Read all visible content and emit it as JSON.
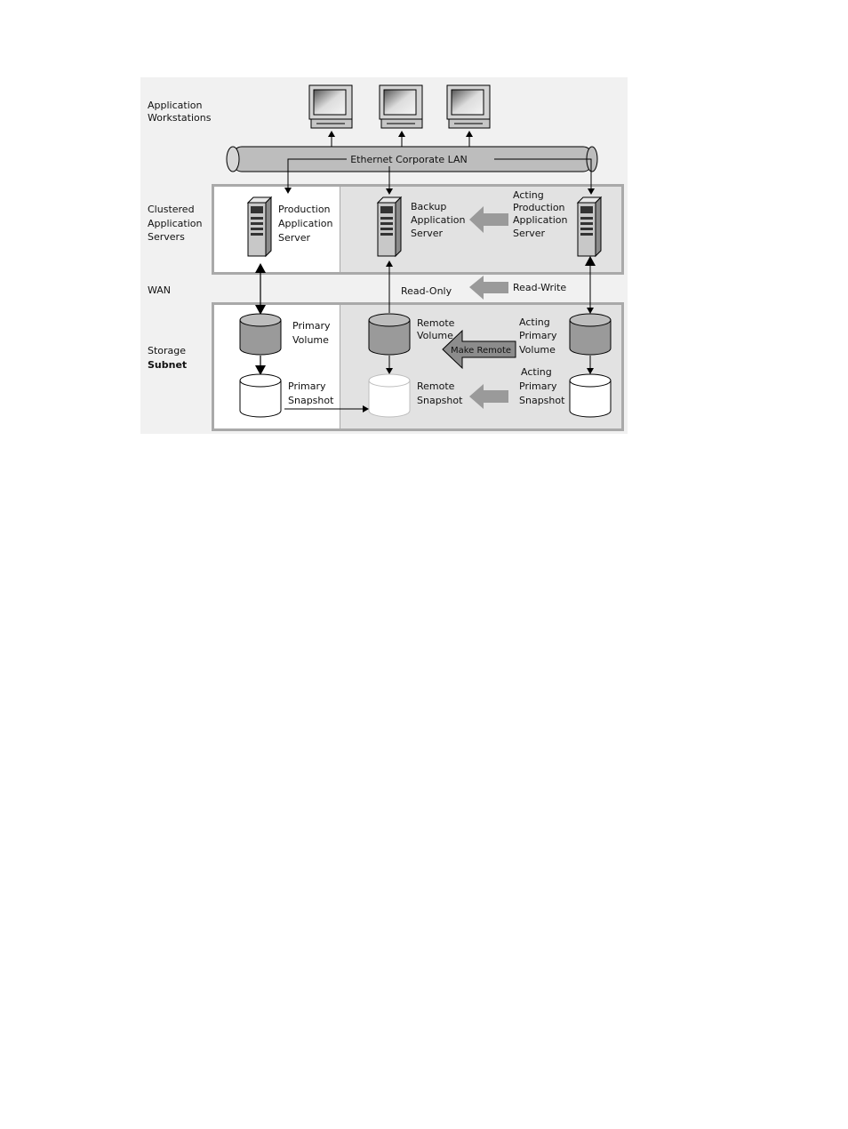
{
  "rows": {
    "workstations": [
      "Application",
      "Workstations"
    ],
    "servers": [
      "Clustered",
      "Application",
      "Servers"
    ],
    "wan": "WAN",
    "storage": [
      "Storage",
      "Subnet"
    ]
  },
  "lan_label": "Ethernet Corporate LAN",
  "servers": {
    "production": [
      "Production",
      "Application",
      "Server"
    ],
    "backup": [
      "Backup",
      "Application",
      "Server"
    ],
    "acting": [
      "Acting",
      "Production",
      "Application",
      "Server"
    ]
  },
  "wan_labels": {
    "read_only": "Read-Only",
    "read_write": "Read-Write"
  },
  "volumes": {
    "primary_volume": [
      "Primary",
      "Volume"
    ],
    "remote_volume": [
      "Remote",
      "Volume"
    ],
    "acting_volume": [
      "Acting",
      "Primary",
      "Volume"
    ],
    "primary_snapshot": [
      "Primary",
      "Snapshot"
    ],
    "remote_snapshot": [
      "Remote",
      "Snapshot"
    ],
    "acting_snapshot": [
      "Acting",
      "Primary",
      "Snapshot"
    ]
  },
  "make_remote_label": "Make Remote"
}
